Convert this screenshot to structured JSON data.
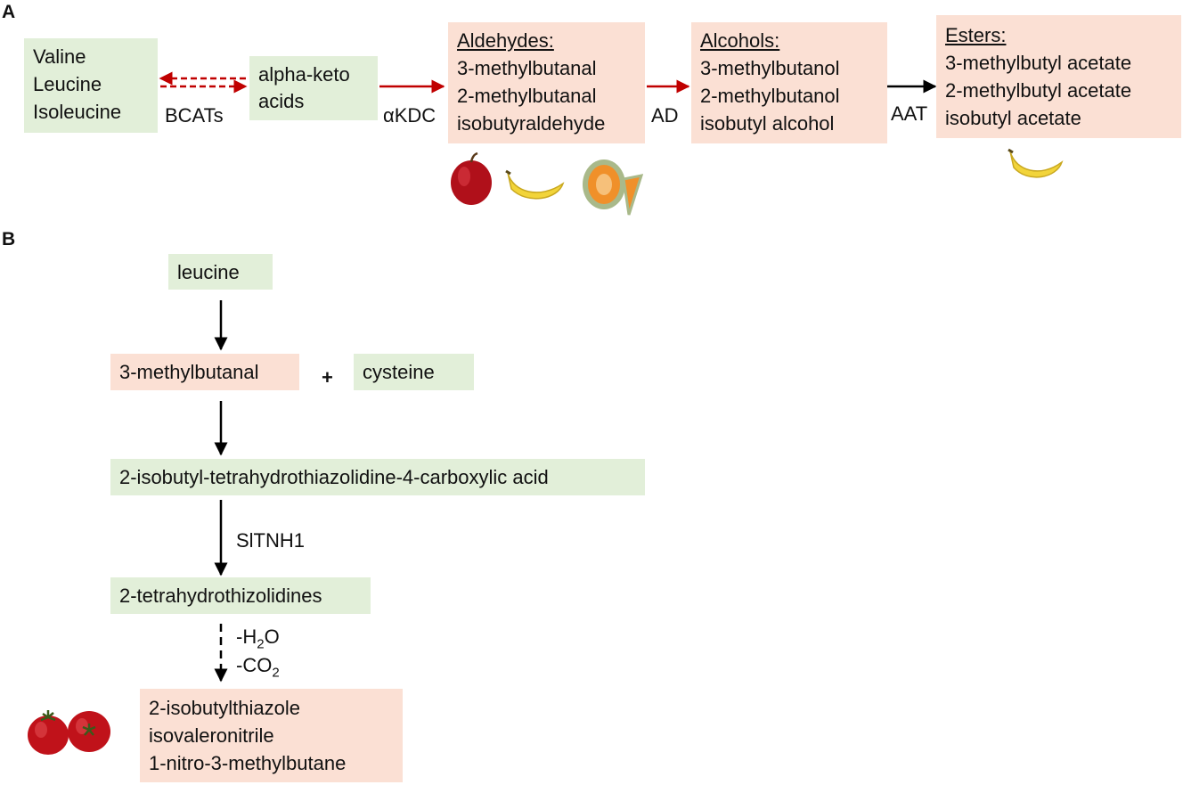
{
  "panel_a": {
    "label": "A",
    "amino_acids": [
      "Valine",
      "Leucine",
      "Isoleucine"
    ],
    "keto_acids": [
      "alpha-keto",
      "acids"
    ],
    "aldehydes": {
      "heading": "Aldehydes:",
      "items": [
        "3-methylbutanal",
        "2-methylbutanal",
        "isobutyraldehyde"
      ]
    },
    "alcohols": {
      "heading": "Alcohols:",
      "items": [
        "3-methylbutanol",
        "2-methylbutanol",
        "isobutyl alcohol"
      ]
    },
    "esters": {
      "heading": "Esters:",
      "items": [
        "3-methylbutyl acetate",
        "2-methylbutyl acetate",
        "isobutyl acetate"
      ]
    },
    "enzymes": {
      "bcats": "BCATs",
      "akdc": "αKDC",
      "ad": "AD",
      "aat": "AAT"
    },
    "fruit_icons": [
      "apple-icon",
      "banana-icon",
      "melon-icon",
      "banana-icon"
    ]
  },
  "panel_b": {
    "label": "B",
    "leucine": "leucine",
    "methylbutanal": "3-methylbutanal",
    "plus": "+",
    "cysteine": "cysteine",
    "carboxylic_acid": "2-isobutyl-tetrahydrothiazolidine-4-carboxylic acid",
    "enzyme": "SlTNH1",
    "thizolidines": "2-tetrahydrothizolidines",
    "water_loss": {
      "prefix": "-H",
      "sub": "2",
      "suffix": "O"
    },
    "co2_loss": {
      "prefix": "-CO",
      "sub": "2"
    },
    "products": [
      "2-isobutylthiazole",
      "isovaleronitrile",
      "1-nitro-3-methylbutane"
    ],
    "fruit_icons": [
      "tomato-icon"
    ]
  },
  "colors": {
    "precursor_fill": "#e2efd9",
    "volatile_fill": "#fbe0d4",
    "red_arrow": "#c00000",
    "black_arrow": "#000000"
  }
}
